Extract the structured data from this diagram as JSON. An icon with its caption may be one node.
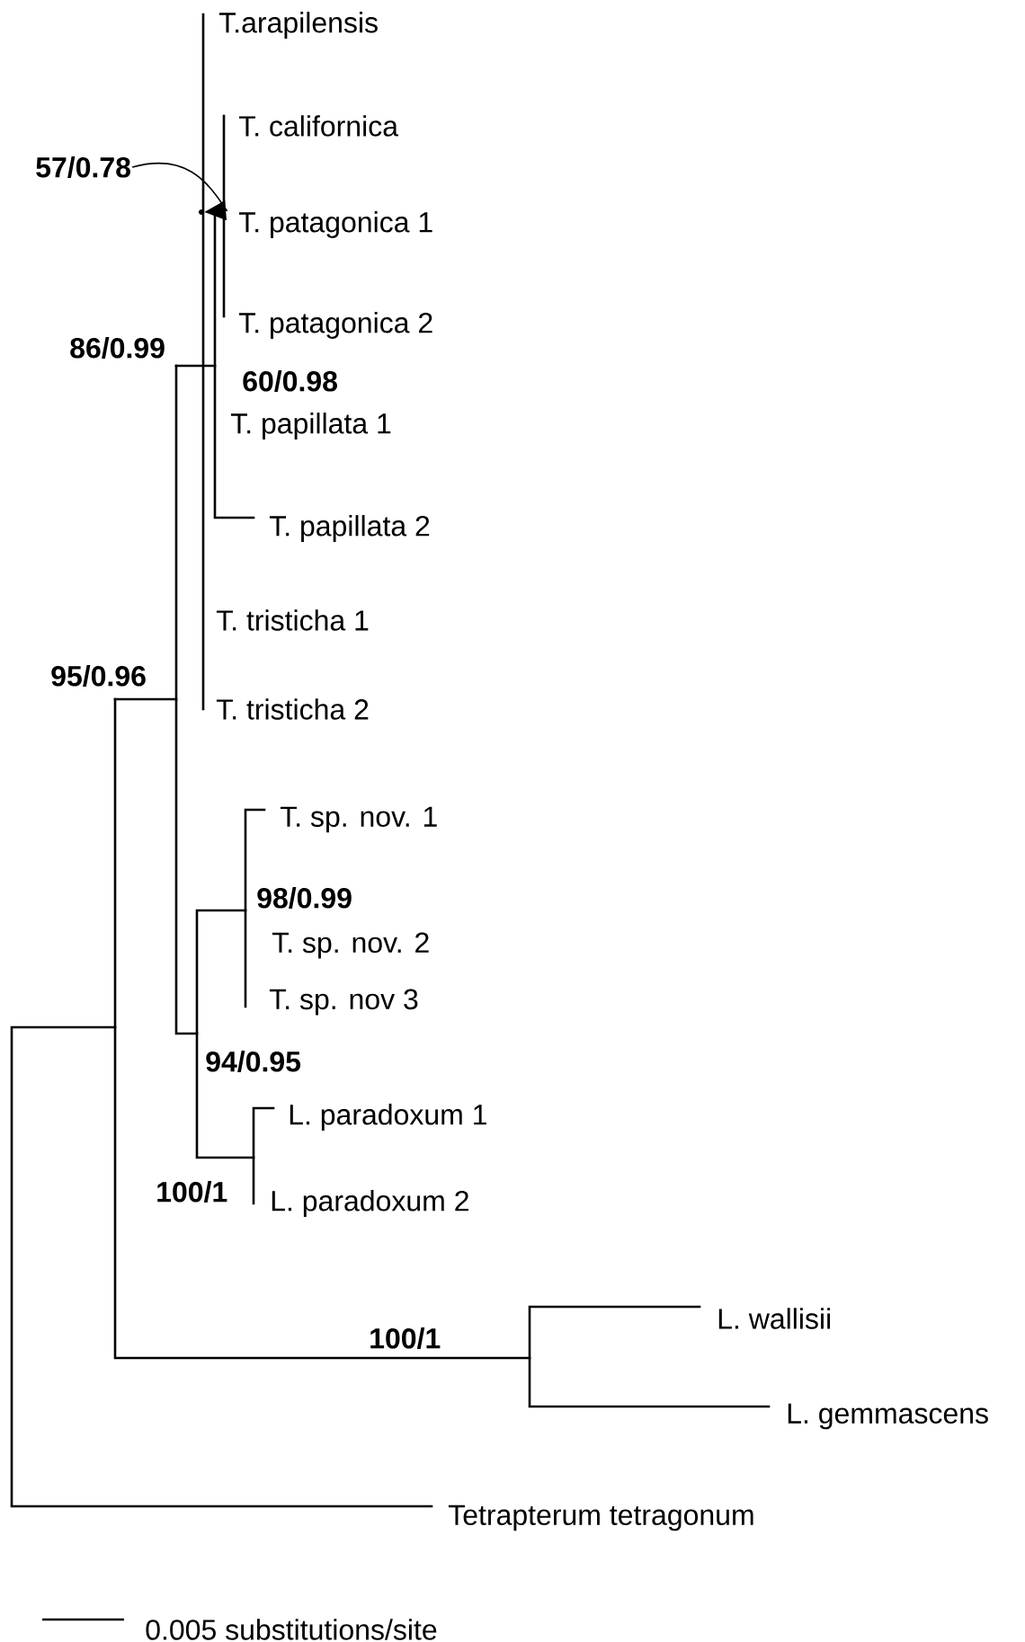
{
  "diagram": {
    "nodes": [
      {
        "text": [
          "57/0.78"
        ]
      },
      {
        "text": [],
        "shape": "point"
      }
    ],
    "edges": [
      {
        "from": 0,
        "to": 1,
        "arrow": "to"
      }
    ],
    "labels": [
      "T.arapilensis",
      "T. californica",
      "T. patagonica 1",
      "T. patagonica 2",
      "86/0.99",
      "60/0.98",
      "T. papillata 1",
      "T. papillata 2",
      "T.  tristicha 1",
      "95/0.96",
      "T. tristicha 2",
      "T. sp. nov. 1",
      "98/0.99",
      "T. sp. nov. 2",
      "T. sp. nov 3",
      "94/0.95",
      "L. paradoxum 1",
      "100/1",
      "L. paradoxum 2",
      "L. wallisii",
      "100/1",
      "L.  gemmascens",
      "Tetrapterum tetragonum",
      "0.005 substitutions/site"
    ]
  }
}
